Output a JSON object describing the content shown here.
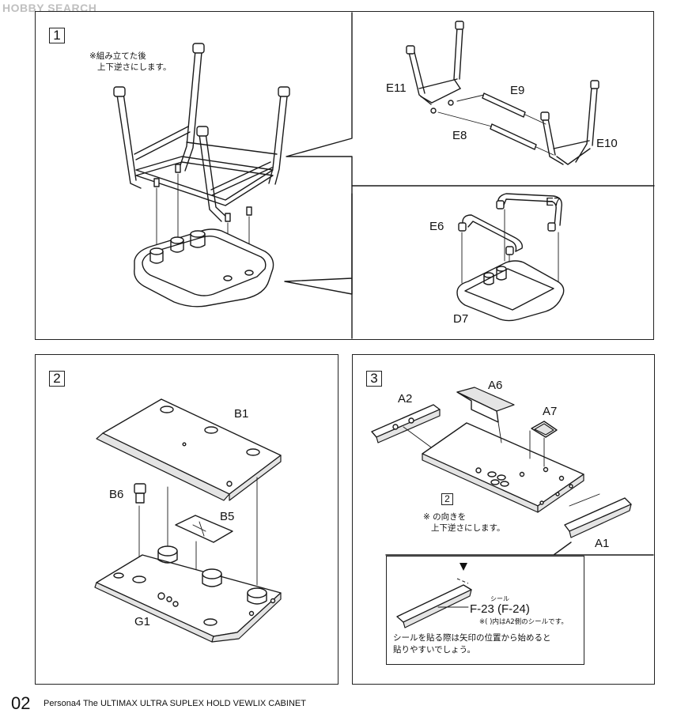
{
  "watermark": "HOBBY SEARCH",
  "footer": {
    "page_number": "02",
    "title": "Persona4 The ULTIMAX ULTRA SUPLEX HOLD VEWLIX CABINET"
  },
  "step1": {
    "number": "1",
    "note_line1": "※組み立てた後",
    "note_line2": "上下逆さにします。",
    "parts": [
      "E11",
      "E9",
      "E8",
      "E10",
      "E7",
      "E6",
      "D7"
    ]
  },
  "step2": {
    "number": "2",
    "parts": [
      "B1",
      "B6",
      "B5",
      "G1"
    ]
  },
  "step3": {
    "number": "3",
    "parts": [
      "A2",
      "A6",
      "A7",
      "A1"
    ],
    "ref_step": "2",
    "note_line1": "※ の向きを",
    "note_line2": "上下逆さにします。",
    "seal_furigana": "シール",
    "seal_label": "F-23 (F-24)",
    "seal_note": "※(  )内はA2側のシールです。",
    "tip_line1": "シールを貼る際は矢印の位置から始めると",
    "tip_line2": "貼りやすいでしょう。"
  }
}
